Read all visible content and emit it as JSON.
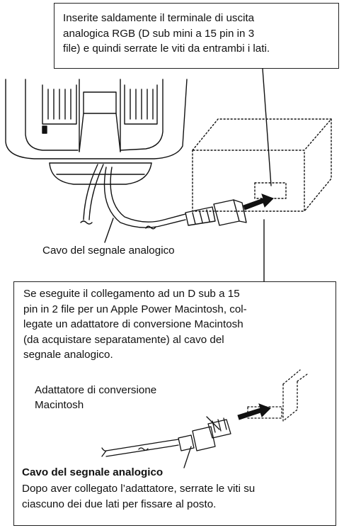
{
  "top_callout": {
    "lines": [
      "Inserite saldamente il terminale di uscita",
      "analogica RGB (D sub mini a 15 pin in 3",
      "file) e quindi serrate le viti da entrambi i lati."
    ]
  },
  "cable_label": "Cavo del segnale analogico",
  "note_box": {
    "lines": [
      "Se eseguite il collegamento ad un D sub a 15",
      "pin in 2 file per un Apple Power Macintosh, col-",
      "legate un adattatore di conversione Macintosh",
      "(da acquistare separatamente) al cavo del",
      "segnale analogico."
    ],
    "adapter_label": [
      "Adattatore di conversione",
      "Macintosh"
    ],
    "bottom_title": "Cavo del segnale analogico",
    "bottom_lines": [
      "Dopo aver collegato l’adattatore, serrate le viti su",
      "ciascuno dei due lati per fissare al posto."
    ]
  }
}
